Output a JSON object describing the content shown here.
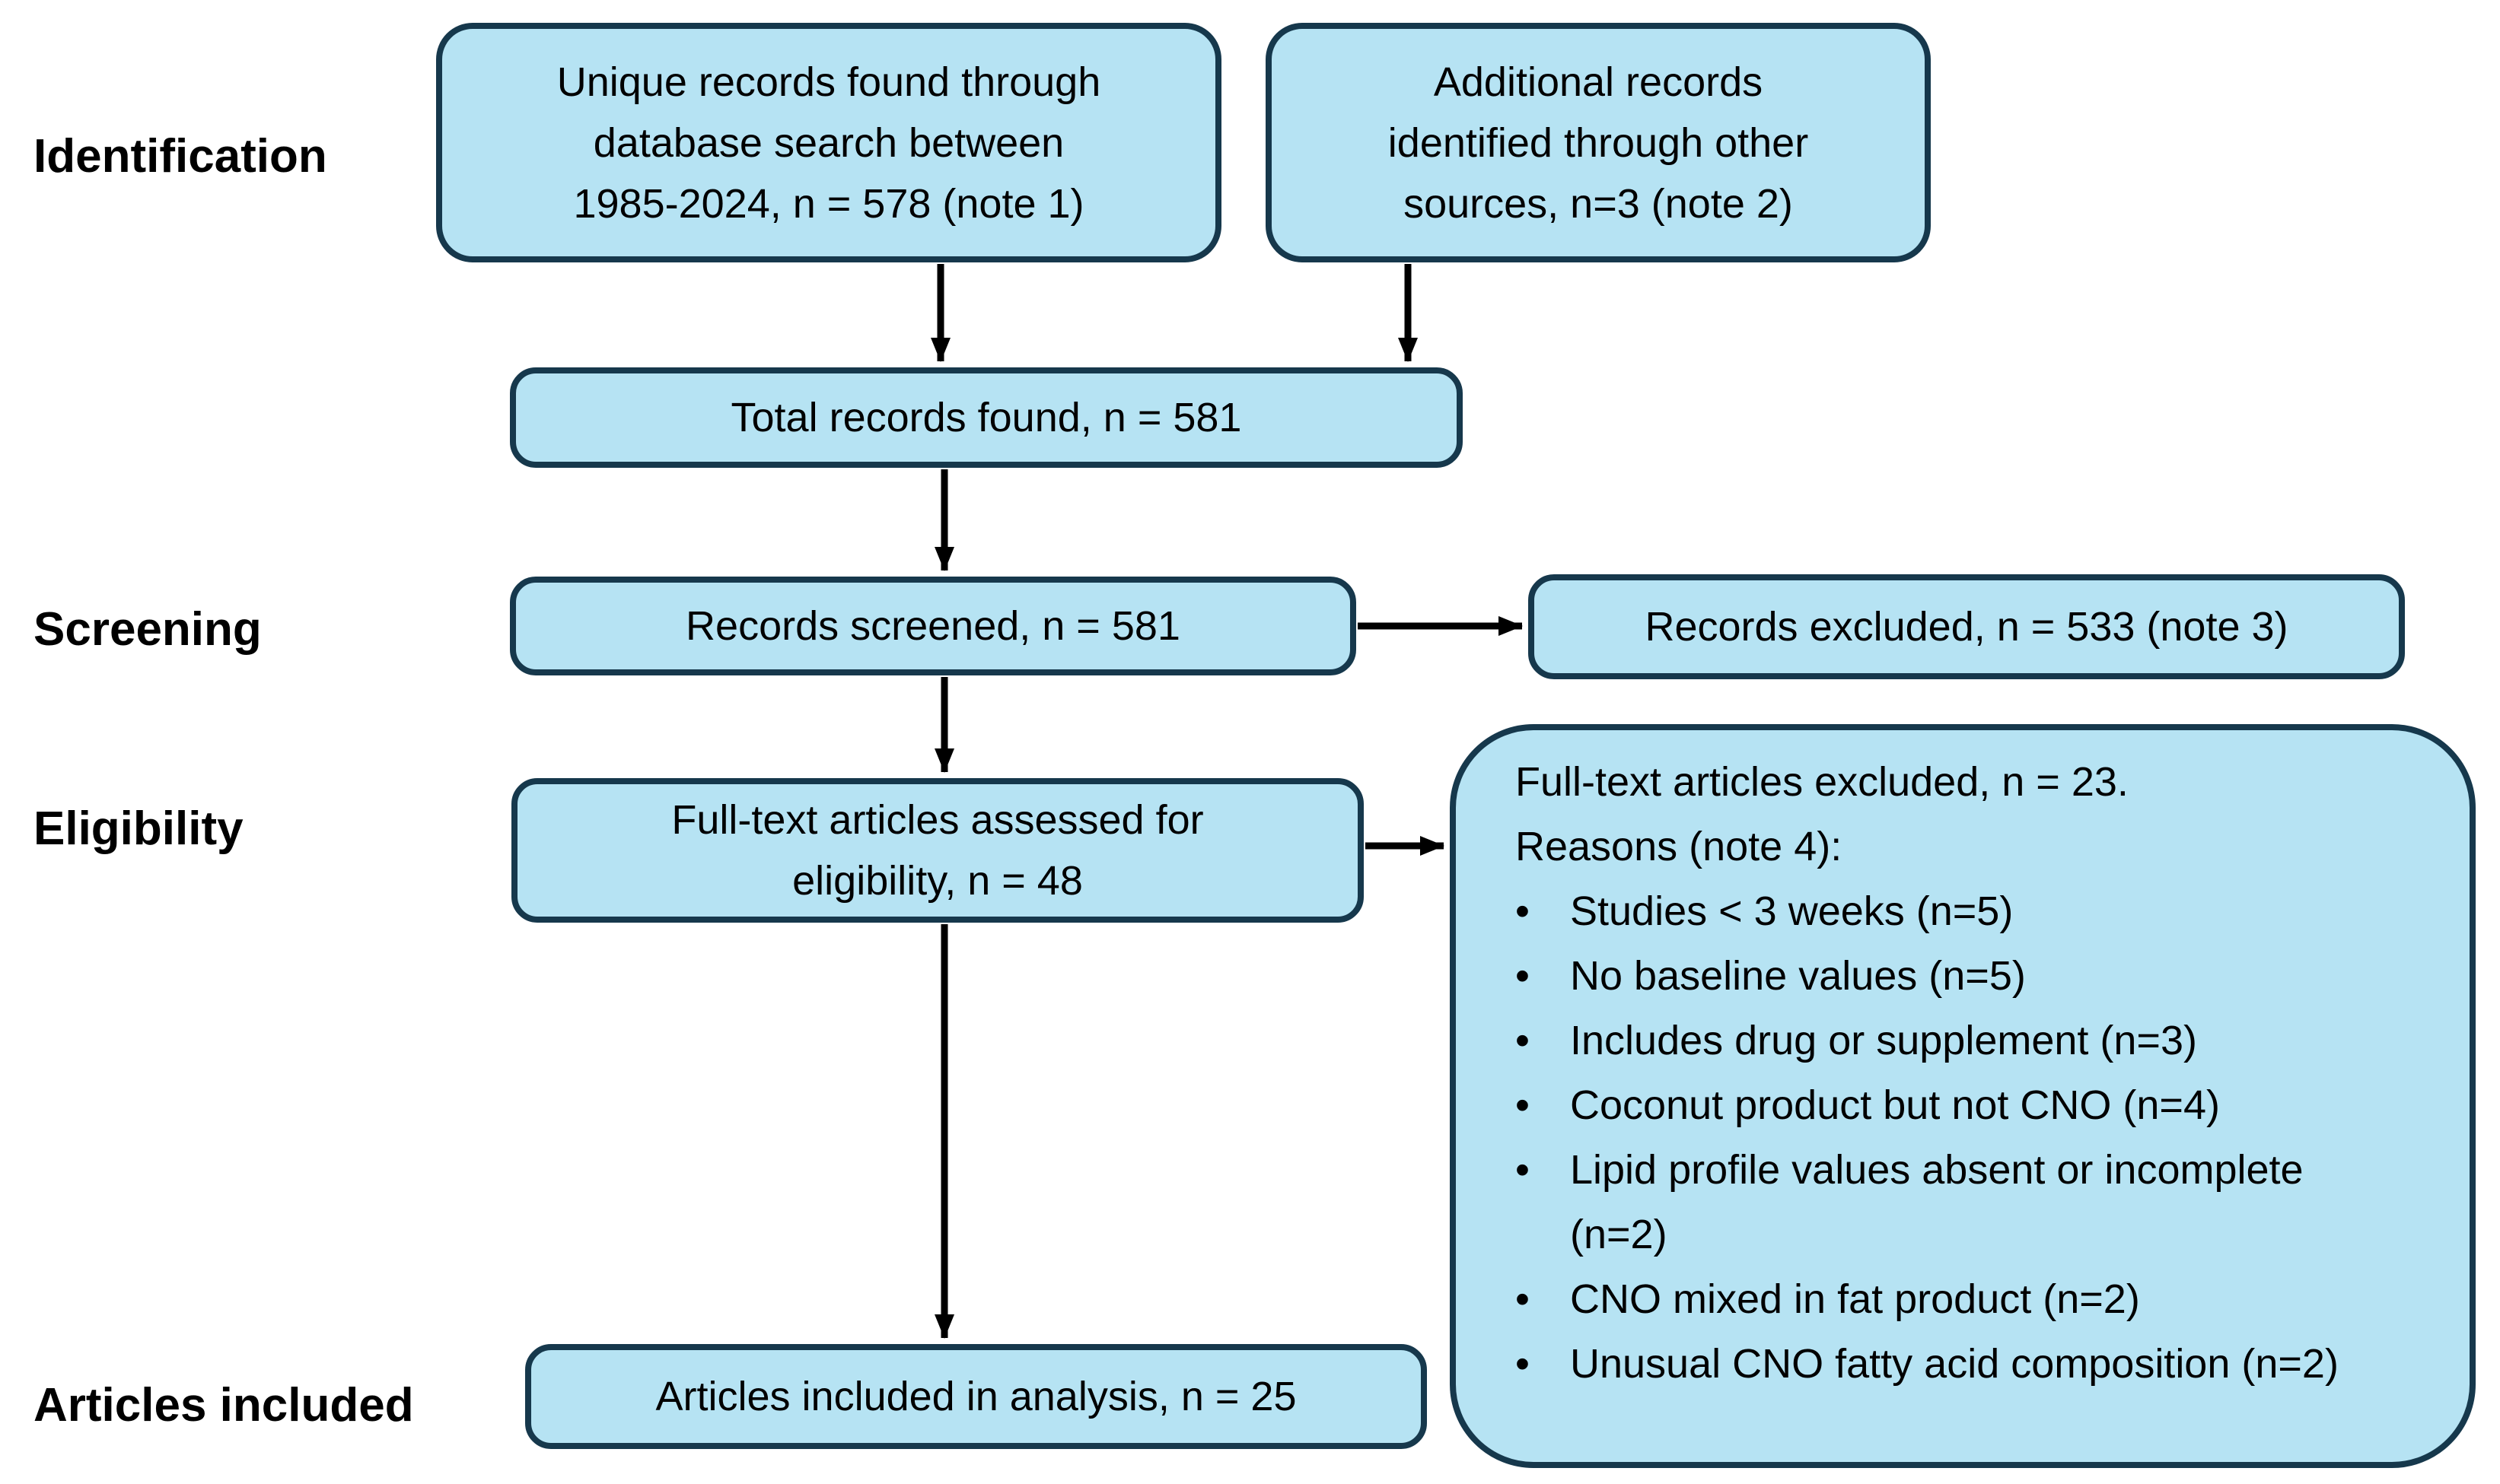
{
  "stage_labels": {
    "identification": "Identification",
    "screening": "Screening",
    "eligibility": "Eligibility",
    "articles_included": "Articles included"
  },
  "boxes": {
    "unique_records": {
      "lines": [
        "Unique records found through",
        "database search between",
        "1985-2024, n = 578 (note 1)"
      ]
    },
    "additional_records": {
      "lines": [
        "Additional records",
        "identified through other",
        "sources, n=3 (note 2)"
      ]
    },
    "total_records": {
      "text": "Total records found, n = 581"
    },
    "records_screened": {
      "text": "Records screened, n = 581"
    },
    "records_excluded": {
      "text": "Records excluded, n = 533 (note 3)"
    },
    "fulltext_assessed": {
      "lines": [
        "Full-text articles assessed for",
        "eligibility, n = 48"
      ]
    },
    "fulltext_excluded": {
      "title_line1": "Full-text articles excluded, n = 23.",
      "title_line2": "Reasons (note 4):",
      "reasons": [
        "Studies < 3 weeks (n=5)",
        "No baseline values (n=5)",
        "Includes drug or supplement (n=3)",
        "Coconut product but not CNO (n=4)",
        "Lipid profile values absent or incomplete (n=2)",
        "CNO mixed in fat product (n=2)",
        "Unusual CNO fatty acid composition (n=2)"
      ]
    },
    "articles_included": {
      "text": "Articles included in analysis, n = 25"
    }
  },
  "glyphs": {
    "bullet": "•"
  },
  "colors": {
    "box_fill": "#b6e3f3",
    "box_border": "#16384c",
    "arrow": "#000000",
    "text": "#000000",
    "background": "#ffffff"
  }
}
